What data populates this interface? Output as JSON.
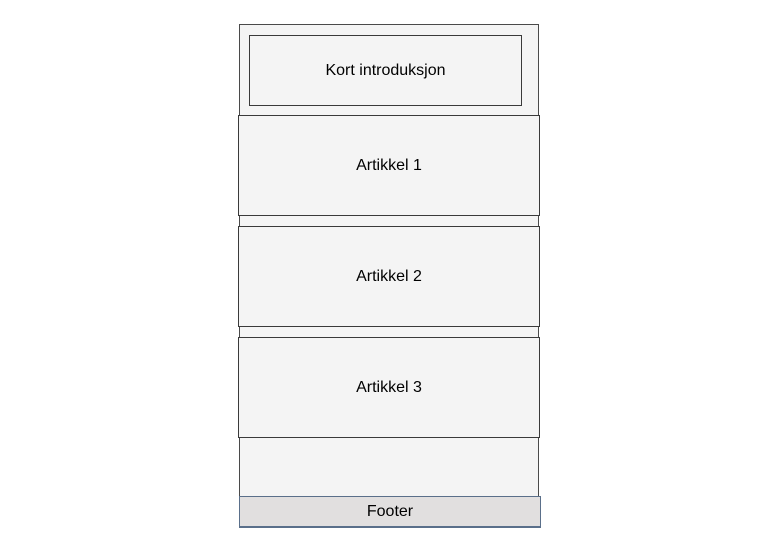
{
  "wireframe": {
    "intro_label": "Kort introduksjon",
    "articles": [
      {
        "label": "Artikkel 1"
      },
      {
        "label": "Artikkel 2"
      },
      {
        "label": "Artikkel 3"
      }
    ],
    "footer_label": "Footer"
  },
  "colors": {
    "block_fill": "#f4f4f4",
    "footer_fill": "#e1dfdf",
    "footer_border": "#5a6f8a"
  }
}
